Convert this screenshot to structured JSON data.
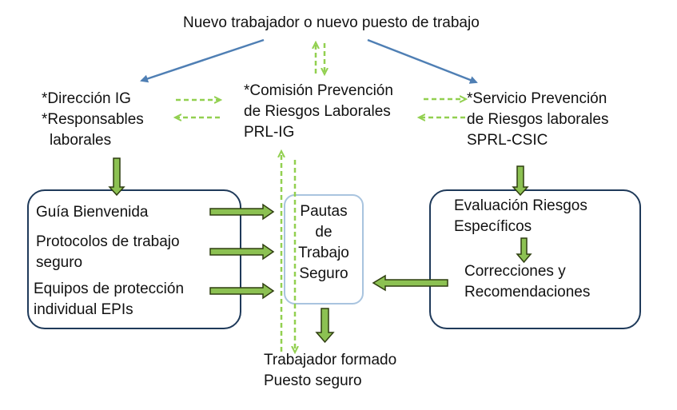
{
  "top": "Nuevo trabajador o nuevo puesto de trabajo",
  "direccion": [
    "*Dirección IG",
    "*Responsables",
    "laborales"
  ],
  "comision": [
    "*Comisión Prevención",
    "de Riesgos Laborales",
    "PRL-IG"
  ],
  "servicio": [
    "*Servicio Prevención",
    "de Riesgos laborales",
    "SPRL-CSIC"
  ],
  "left_box": {
    "guia": "Guía Bienvenida",
    "protocolos": [
      "Protocolos de trabajo",
      "seguro"
    ],
    "equipos": [
      "Equipos de protección",
      "individual EPIs"
    ]
  },
  "center_box": [
    "Pautas",
    "de",
    "Trabajo",
    "Seguro"
  ],
  "right_box": {
    "evaluacion": [
      "Evaluación Riesgos",
      "Específicos"
    ],
    "correcciones": [
      "Correcciones y",
      "Recomendaciones"
    ]
  },
  "bottom": [
    "Trabajador formado",
    "Puesto seguro"
  ],
  "colors": {
    "blue_arrow": "#4f7fb4",
    "green_arrow_fill": "#8cc152",
    "green_arrow_stroke": "#2f3e10",
    "dashed_green": "#92d050",
    "box_border": "#1f3a5a",
    "center_box_border": "#a9c4df"
  }
}
